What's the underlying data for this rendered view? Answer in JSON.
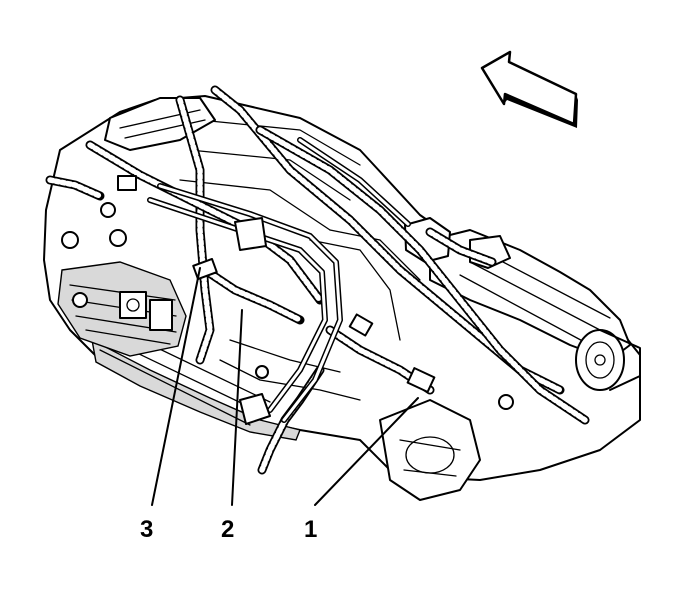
{
  "figure": {
    "callouts": [
      {
        "id": "1",
        "label": "1"
      },
      {
        "id": "2",
        "label": "2"
      },
      {
        "id": "3",
        "label": "3"
      }
    ],
    "direction_icon": "front-direction-arrow-icon"
  }
}
